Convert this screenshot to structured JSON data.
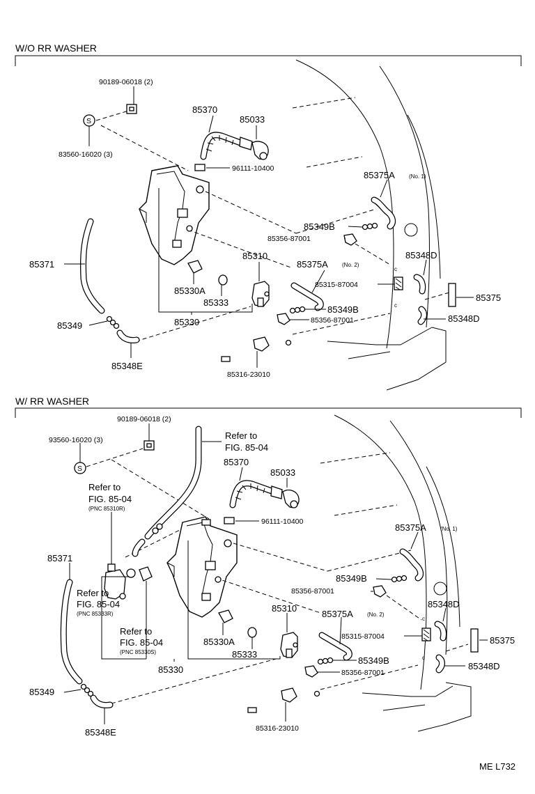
{
  "sections": [
    {
      "title": "W/O RR  WASHER",
      "labels": {
        "p90189": "90189-06018 (2)",
        "p83560": "83560-16020 (3)",
        "p85370": "85370",
        "p85033": "85033",
        "p96111": "96111-10400",
        "p85375A1": "85375A",
        "p85375A1note": "(No. 1)",
        "p85349B_top": "85349B",
        "p85356_top": "85356-87001",
        "p85371": "85371",
        "p85310": "85310",
        "p85375A2": "85375A",
        "p85375A2note": "(No. 2)",
        "p85348D_top": "85348D",
        "p85315": "85315-87004",
        "p85375": "85375",
        "p85330A": "85330A",
        "p85333": "85333",
        "p85349B_bot": "85349B",
        "p85348D_bot": "85348D",
        "p85330": "85330",
        "p85356_bot": "85356-87001",
        "p85349": "85349",
        "p85348E": "85348E",
        "p85316": "85316-23010"
      }
    },
    {
      "title": "W/ RR  WASHER",
      "labels": {
        "p90189": "90189-06018 (2)",
        "p83560": "93560-16020 (3)",
        "ref1a": "Refer to",
        "ref1b": "FIG. 85-04",
        "p85370": "85370",
        "p85033": "85033",
        "ref2a": "Refer to",
        "ref2b": "FIG. 85-04",
        "ref2c": "(PNC 85310R)",
        "p96111": "96111-10400",
        "p85375A1": "85375A",
        "p85375A1note": "(No. 1)",
        "p85371": "85371",
        "p85349B_top": "85349B",
        "p85356_top": "85356-87001",
        "ref3a": "Refer to",
        "ref3b": "FIG. 85-04",
        "ref3c": "(PNC 85333R)",
        "p85348D_top": "85348D",
        "p85310": "85310",
        "p85375A2": "85375A",
        "p85375A2note": "(No. 2)",
        "ref4a": "Refer to",
        "ref4b": "FIG. 85-04",
        "ref4c": "(PNC 85330S)",
        "p85315": "85315-87004",
        "p85375": "85375",
        "p85330A": "85330A",
        "p85333": "85333",
        "p85349B_bot": "85349B",
        "p85348D_bot": "85348D",
        "p85330": "85330",
        "p85356_bot": "85356-87001",
        "p85349": "85349",
        "p85348E": "85348E",
        "p85316": "85316-23010"
      }
    }
  ],
  "footer": {
    "code": "ME  L732"
  }
}
